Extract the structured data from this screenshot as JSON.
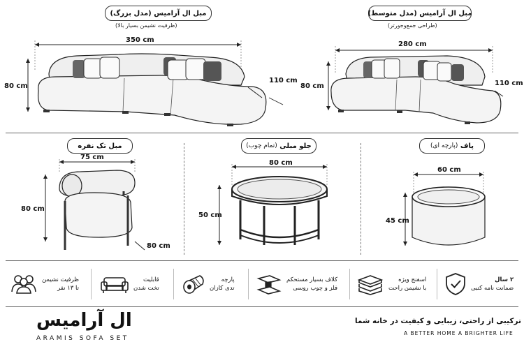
{
  "sections": {
    "large_sofa": {
      "title": "مبل ال آرامیس (مدل بزرگ)",
      "subtitle": "(ظرفیت نشیمن بسیار بالا)",
      "width": "350 cm",
      "height": "80 cm",
      "depth": "110 cm"
    },
    "medium_sofa": {
      "title": "مبل ال آرامیس (مدل متوسط)",
      "subtitle": "(طراحی جمع‌وجورتر)",
      "width": "280 cm",
      "height": "80 cm",
      "depth": "110 cm"
    },
    "armchair": {
      "title": "مبل تک نفره",
      "width": "75 cm",
      "height": "80 cm",
      "depth": "80 cm"
    },
    "coffee_table": {
      "title": "جلو مبلی",
      "title_note": "(تمام چوب)",
      "width": "80 cm",
      "height": "50 cm"
    },
    "pouf": {
      "title": "پاف",
      "title_note": "(پارچه ای)",
      "width": "60 cm",
      "height": "45 cm"
    }
  },
  "features": [
    {
      "icon": "people-icon",
      "line1": "ظرفیت نشیمن",
      "line2": "تا ۱۳ نفر"
    },
    {
      "icon": "sofa-bed-icon",
      "line1": "قابلیت",
      "line2": "تخت شدن"
    },
    {
      "icon": "fabric-roll-icon",
      "line1": "پارچه",
      "line2": "تدی کازان"
    },
    {
      "icon": "frame-beam-icon",
      "line1": "کلاف بسیار مستحکم",
      "line2": "فلز و چوب روسی"
    },
    {
      "icon": "foam-layers-icon",
      "line1": "اسفنج ویژه",
      "line2": "با نشیمن راحت"
    },
    {
      "icon": "shield-check-icon",
      "line1": "۲ سال",
      "line2": "ضمانت نامه کتبی"
    }
  ],
  "brand": {
    "title_fa": "ال آرامیس",
    "title_en": "ARAMIS SOFA SET",
    "tagline_fa": "ترکیبی از راحتی، زیبایی و کیفیت در خانه شما",
    "tagline_en": "A BETTER HOME  A BRIGHTER LIFE"
  }
}
